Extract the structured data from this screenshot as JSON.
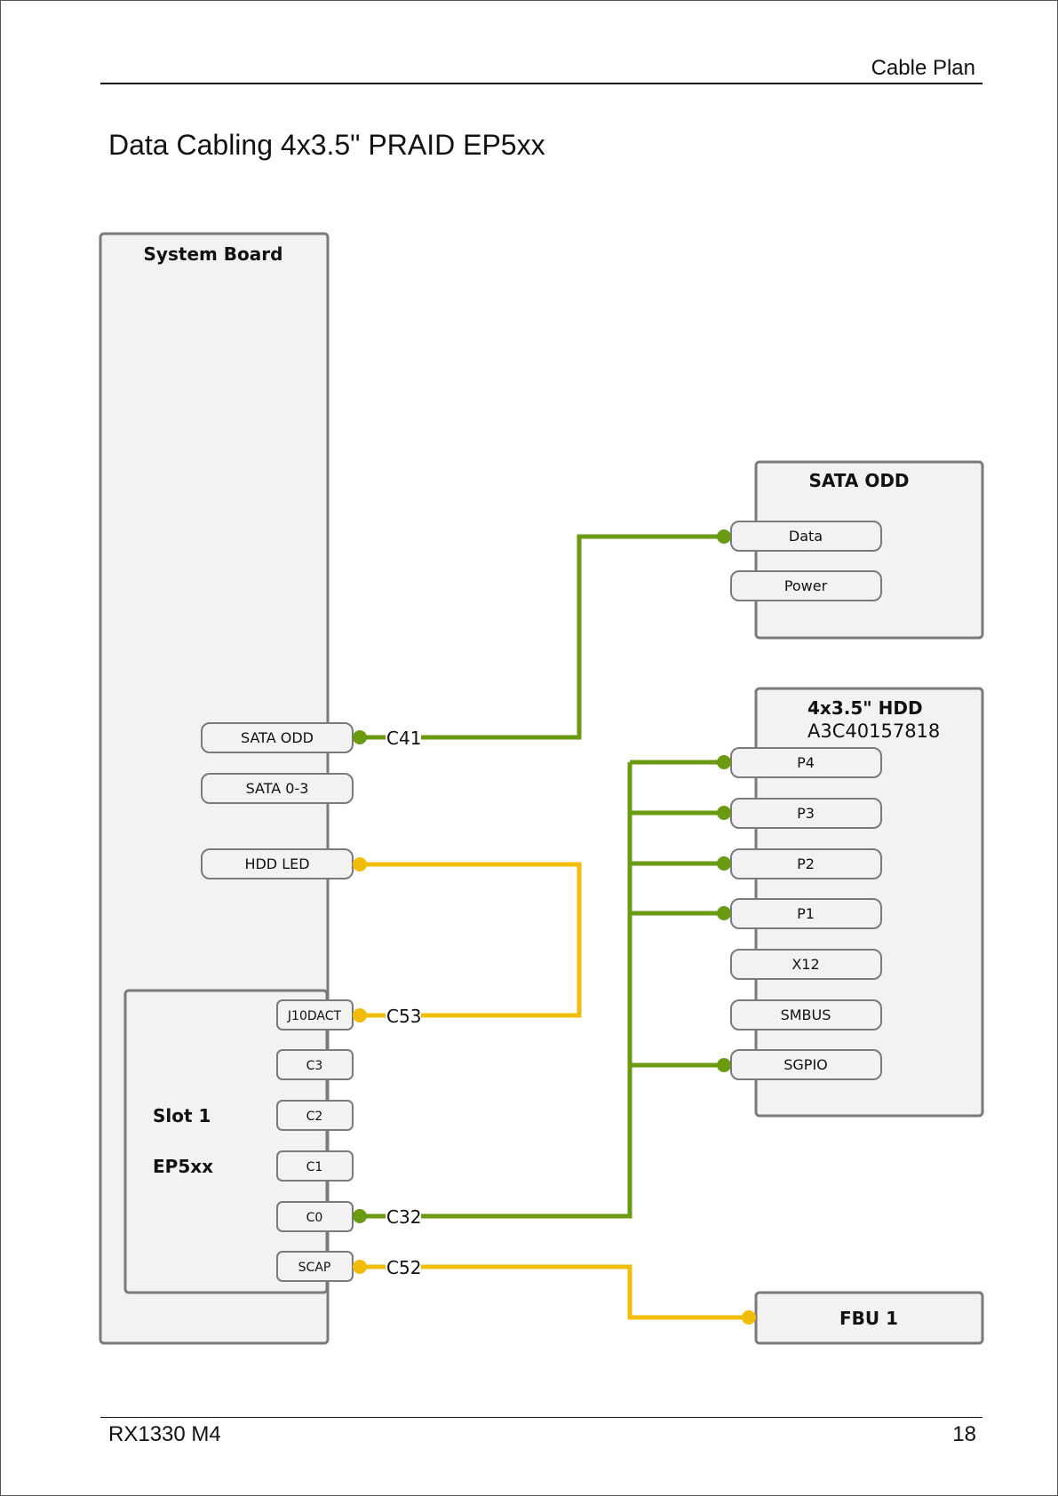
{
  "header": {
    "title": "Cable Plan"
  },
  "document": {
    "title": "Data Cabling 4x3.5\" PRAID EP5xx"
  },
  "footer": {
    "model": "RX1330 M4",
    "page_number": "18"
  },
  "colors": {
    "data_cable": "#6a9a10",
    "led_cable": "#f2bc0a",
    "box_fill": "#f2f2f2",
    "box_border": "#7a7a7a"
  },
  "diagram": {
    "system_board": {
      "title": "System Board",
      "ports": {
        "sata_odd": "SATA ODD",
        "sata_0_3": "SATA 0-3",
        "hdd_led": "HDD LED"
      }
    },
    "slot": {
      "line1": "Slot 1",
      "line2": "EP5xx",
      "ports": {
        "j10dact": "J10DACT",
        "c3": "C3",
        "c2": "C2",
        "c1": "C1",
        "c0": "C0",
        "scap": "SCAP"
      }
    },
    "sata_odd": {
      "title": "SATA ODD",
      "ports": {
        "data": "Data",
        "power": "Power"
      }
    },
    "hdd": {
      "title": "4x3.5\" HDD",
      "part_number": "A3C40157818",
      "ports": {
        "p4": "P4",
        "p3": "P3",
        "p2": "P2",
        "p1": "P1",
        "x12": "X12",
        "smbus": "SMBUS",
        "sgpio": "SGPIO"
      }
    },
    "fbu": {
      "title": "FBU 1"
    },
    "cables": {
      "c41": "C41",
      "c53": "C53",
      "c32": "C32",
      "c52": "C52"
    }
  }
}
